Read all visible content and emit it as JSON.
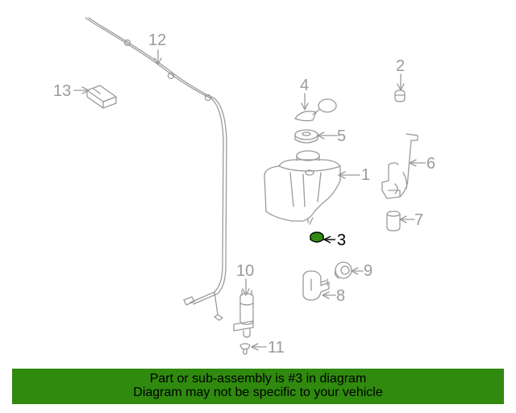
{
  "diagram": {
    "callouts": [
      {
        "id": "1",
        "label": "1"
      },
      {
        "id": "2",
        "label": "2"
      },
      {
        "id": "3",
        "label": "3"
      },
      {
        "id": "4",
        "label": "4"
      },
      {
        "id": "5",
        "label": "5"
      },
      {
        "id": "6",
        "label": "6"
      },
      {
        "id": "7",
        "label": "7"
      },
      {
        "id": "8",
        "label": "8"
      },
      {
        "id": "9",
        "label": "9"
      },
      {
        "id": "10",
        "label": "10"
      },
      {
        "id": "11",
        "label": "11"
      },
      {
        "id": "12",
        "label": "12"
      },
      {
        "id": "13",
        "label": "13"
      }
    ],
    "highlight_part": "3",
    "highlight_color": "#2e8b10",
    "line_color": "#9a9a9a"
  },
  "banner": {
    "line1": "Part or sub-assembly is #3 in diagram",
    "line2": "Diagram may not be specific to your vehicle",
    "background": "#2f8a0e"
  }
}
